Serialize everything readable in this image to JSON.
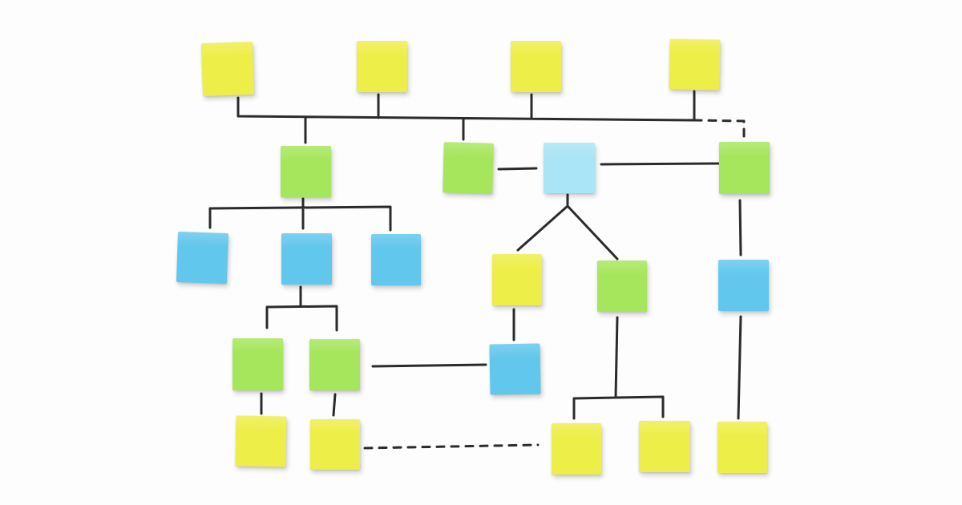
{
  "colors": {
    "background": "#fdfdfd",
    "yellow": "#eeee48",
    "green": "#a6e65c",
    "blue": "#62c7ec",
    "light_blue": "#a9e5f7",
    "line": "#2b2b2b"
  },
  "notes": [
    {
      "id": "n1",
      "color": "yellow"
    },
    {
      "id": "n2",
      "color": "yellow"
    },
    {
      "id": "n3",
      "color": "yellow"
    },
    {
      "id": "n4",
      "color": "yellow"
    },
    {
      "id": "n5",
      "color": "green"
    },
    {
      "id": "n6",
      "color": "green"
    },
    {
      "id": "n7",
      "color": "light_blue"
    },
    {
      "id": "n8",
      "color": "green"
    },
    {
      "id": "n9",
      "color": "blue"
    },
    {
      "id": "n10",
      "color": "blue"
    },
    {
      "id": "n11",
      "color": "blue"
    },
    {
      "id": "n12",
      "color": "yellow"
    },
    {
      "id": "n13",
      "color": "green"
    },
    {
      "id": "n14",
      "color": "blue"
    },
    {
      "id": "n15",
      "color": "green"
    },
    {
      "id": "n16",
      "color": "green"
    },
    {
      "id": "n17",
      "color": "blue"
    },
    {
      "id": "n18",
      "color": "yellow"
    },
    {
      "id": "n19",
      "color": "yellow"
    },
    {
      "id": "n20",
      "color": "yellow"
    },
    {
      "id": "n21",
      "color": "yellow"
    },
    {
      "id": "n22",
      "color": "yellow"
    }
  ],
  "connectors": [
    {
      "id": "top-bus",
      "style": "solid"
    },
    {
      "id": "top-dashed-link",
      "style": "dashed"
    },
    {
      "id": "n5-children-bus",
      "style": "solid"
    },
    {
      "id": "n6-n7-link",
      "style": "solid"
    },
    {
      "id": "n7-n8-link",
      "style": "solid"
    },
    {
      "id": "n7-fork",
      "style": "solid"
    },
    {
      "id": "n8-n14-link",
      "style": "solid"
    },
    {
      "id": "n10-children-bus",
      "style": "solid"
    },
    {
      "id": "n12-n17-link",
      "style": "solid"
    },
    {
      "id": "n13-children-bus",
      "style": "solid"
    },
    {
      "id": "n16-n17-link",
      "style": "solid"
    },
    {
      "id": "n15-n18-link",
      "style": "solid"
    },
    {
      "id": "n16-n19-link",
      "style": "solid"
    },
    {
      "id": "n14-n22-link",
      "style": "solid"
    },
    {
      "id": "bottom-dashed-link",
      "style": "dashed"
    }
  ]
}
